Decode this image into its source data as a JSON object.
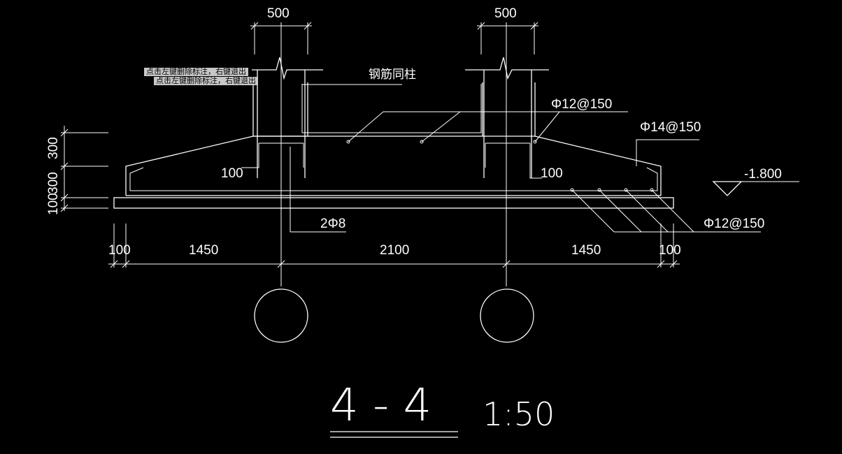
{
  "tooltips": [
    "点击左键删除标注，右键退出",
    "点击左键删除标注，右键退出"
  ],
  "labels": {
    "column_width_left": "500",
    "column_width_right": "500",
    "rebar_same_as_column": "钢筋同柱",
    "top_rebar": "Φ12@150",
    "edge_rebar": "Φ14@150",
    "elevation": "-1.800",
    "bottom_rebar": "Φ12@150",
    "stirrup": "2Φ8",
    "embed_left": "100",
    "embed_right": "100",
    "height_top": "300",
    "height_mid": "300",
    "height_bottom": "100"
  },
  "dimensions": [
    "100",
    "1450",
    "2100",
    "1450",
    "100"
  ],
  "section": {
    "name": "4 - 4",
    "scale": "1:50"
  },
  "colors": {
    "background": "#000000",
    "line": "#ffffff",
    "tooltip_bg": "#c8c8c8"
  }
}
